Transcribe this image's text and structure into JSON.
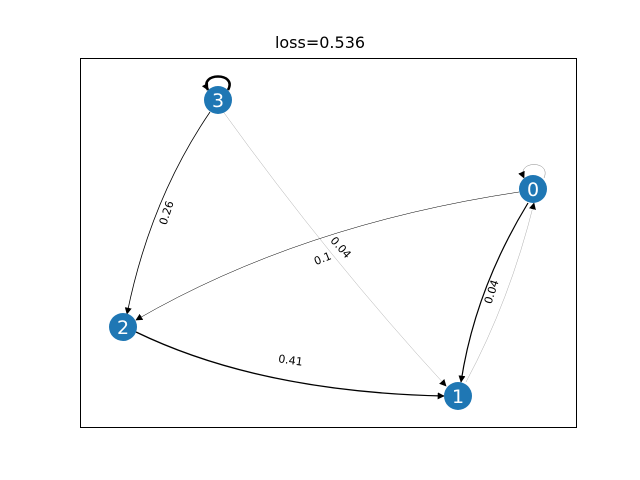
{
  "title": "loss=0.536",
  "node_color": "#1f77b4",
  "nodes": [
    {
      "id": "0",
      "label": "0"
    },
    {
      "id": "1",
      "label": "1"
    },
    {
      "id": "2",
      "label": "2"
    },
    {
      "id": "3",
      "label": "3"
    }
  ],
  "edges": [
    {
      "from": "3",
      "to": "2",
      "label": "0.26"
    },
    {
      "from": "2",
      "to": "1",
      "label": "0.41"
    },
    {
      "from": "0",
      "to": "2",
      "label": "0.1"
    },
    {
      "from": "3",
      "to": "1",
      "label": "0.04"
    },
    {
      "from": "0",
      "to": "1",
      "label": "0.04"
    },
    {
      "from": "1",
      "to": "0",
      "label": ""
    },
    {
      "from": "3",
      "to": "3",
      "label": ""
    },
    {
      "from": "0",
      "to": "0",
      "label": ""
    }
  ]
}
